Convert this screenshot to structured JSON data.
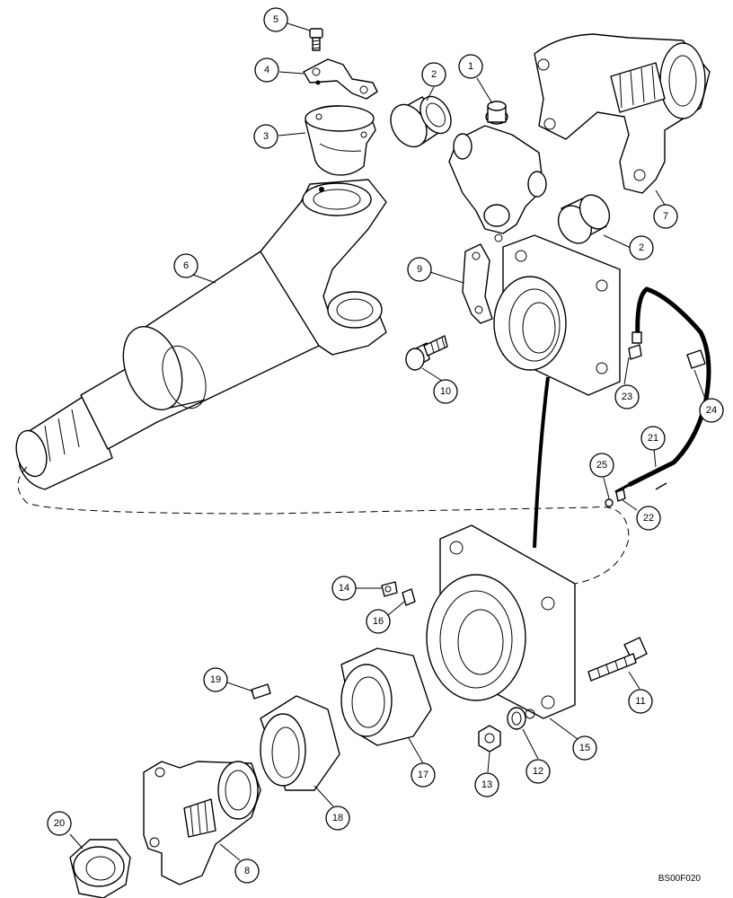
{
  "figure": {
    "reference_code": "BS00F020"
  },
  "callouts": [
    {
      "id": "callout-1",
      "label": "1"
    },
    {
      "id": "callout-2a",
      "label": "2"
    },
    {
      "id": "callout-2b",
      "label": "2"
    },
    {
      "id": "callout-3",
      "label": "3"
    },
    {
      "id": "callout-4",
      "label": "4"
    },
    {
      "id": "callout-5",
      "label": "5"
    },
    {
      "id": "callout-6",
      "label": "6"
    },
    {
      "id": "callout-7",
      "label": "7"
    },
    {
      "id": "callout-8",
      "label": "8"
    },
    {
      "id": "callout-9",
      "label": "9"
    },
    {
      "id": "callout-10",
      "label": "10"
    },
    {
      "id": "callout-11",
      "label": "11"
    },
    {
      "id": "callout-12",
      "label": "12"
    },
    {
      "id": "callout-13",
      "label": "13"
    },
    {
      "id": "callout-14",
      "label": "14"
    },
    {
      "id": "callout-15",
      "label": "15"
    },
    {
      "id": "callout-16",
      "label": "16"
    },
    {
      "id": "callout-17",
      "label": "17"
    },
    {
      "id": "callout-18",
      "label": "18"
    },
    {
      "id": "callout-19",
      "label": "19"
    },
    {
      "id": "callout-20",
      "label": "20"
    },
    {
      "id": "callout-21",
      "label": "21"
    },
    {
      "id": "callout-22",
      "label": "22"
    },
    {
      "id": "callout-23",
      "label": "23"
    },
    {
      "id": "callout-24",
      "label": "24"
    },
    {
      "id": "callout-25",
      "label": "25"
    }
  ]
}
